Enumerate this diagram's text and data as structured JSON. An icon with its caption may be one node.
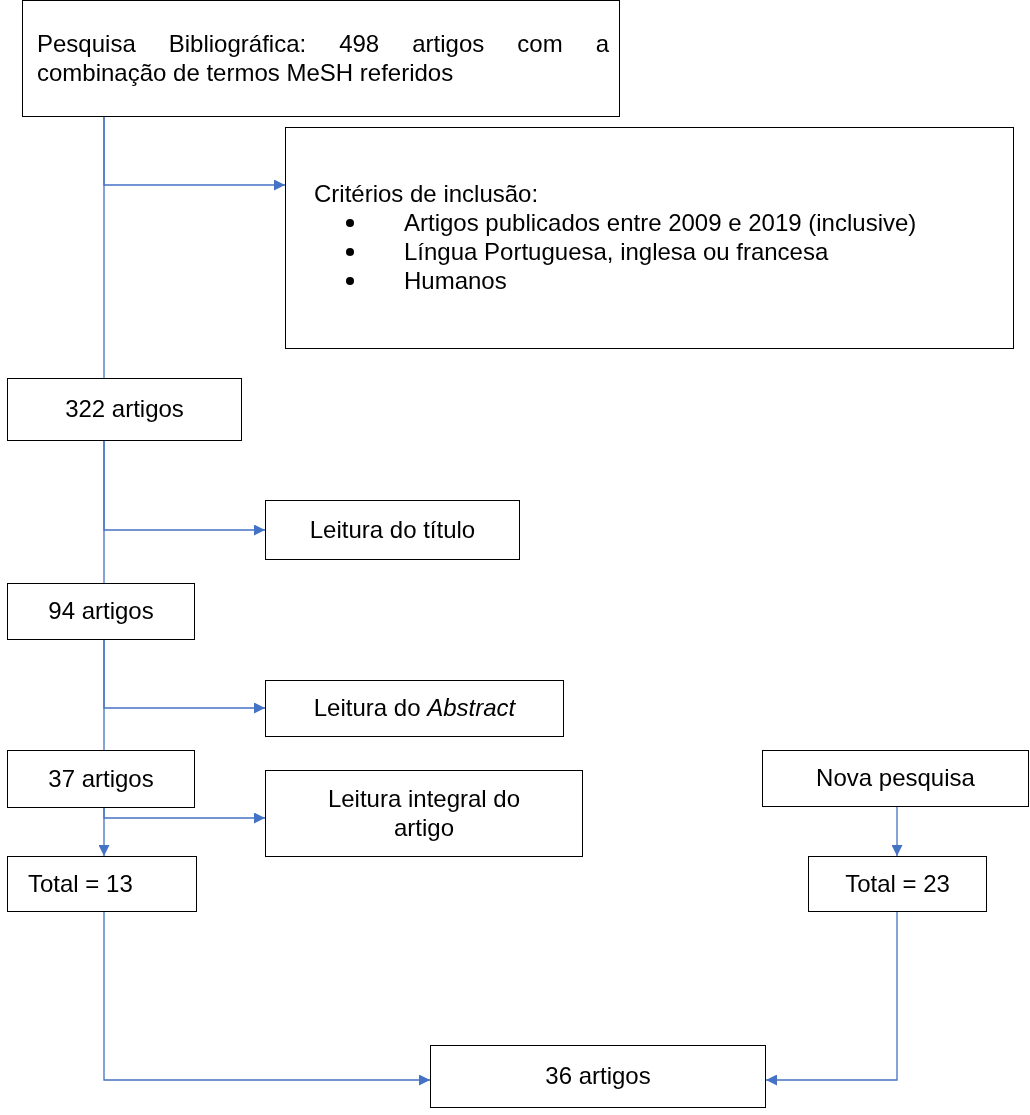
{
  "diagram": {
    "nodes": [
      {
        "text": [
          "Pesquisa Bibliográfica: 498 artigos com a combinação de termos MeSH referidos"
        ]
      },
      {
        "text": [
          "Critérios de inclusão:",
          "Artigos publicados entre 2009 e 2019 (inclusive)",
          "Língua Portuguesa, inglesa ou francesa",
          "Humanos"
        ]
      },
      {
        "text": [
          "322 artigos"
        ]
      },
      {
        "text": [
          "Leitura do título"
        ]
      },
      {
        "text": [
          "94 artigos"
        ]
      },
      {
        "text": [
          "Leitura do *Abstract*"
        ]
      },
      {
        "text": [
          "37 artigos"
        ]
      },
      {
        "text": [
          "Nova pesquisa"
        ]
      },
      {
        "text": [
          "Leitura integral do artigo"
        ]
      },
      {
        "text": [
          "Total = 13"
        ]
      },
      {
        "text": [
          "Total = 23"
        ]
      },
      {
        "text": [
          "36 artigos"
        ]
      }
    ],
    "edges": [
      {
        "from": 0,
        "to": 1,
        "arrow": "to"
      },
      {
        "from": 0,
        "to": 2,
        "arrow": "none"
      },
      {
        "from": 2,
        "to": 3,
        "arrow": "to"
      },
      {
        "from": 2,
        "to": 4,
        "arrow": "none"
      },
      {
        "from": 4,
        "to": 5,
        "arrow": "to"
      },
      {
        "from": 4,
        "to": 6,
        "arrow": "none"
      },
      {
        "from": 6,
        "to": 8,
        "arrow": "to"
      },
      {
        "from": 6,
        "to": 9,
        "arrow": "to"
      },
      {
        "from": 7,
        "to": 10,
        "arrow": "to"
      },
      {
        "from": 9,
        "to": 11,
        "arrow": "to"
      },
      {
        "from": 10,
        "to": 11,
        "arrow": "to"
      }
    ]
  }
}
